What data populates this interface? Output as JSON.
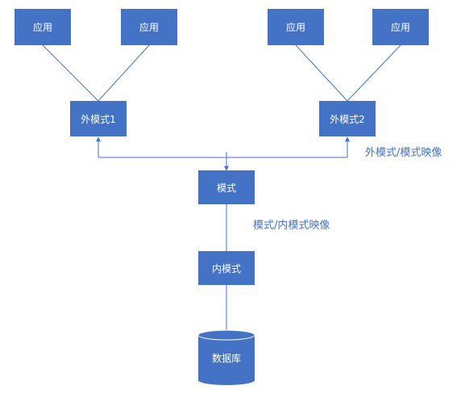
{
  "colors": {
    "box_fill": "#4472C4",
    "line": "#4472C4",
    "text_on_box": "#ffffff",
    "label_text": "#4472C4"
  },
  "nodes": {
    "app1": "应用",
    "app2": "应用",
    "app3": "应用",
    "app4": "应用",
    "external_schema_1": "外模式1",
    "external_schema_2": "外模式2",
    "schema": "模式",
    "internal_schema": "内模式",
    "database": "数据库"
  },
  "labels": {
    "external_mapping": "外模式/模式映像",
    "internal_mapping": "模式/内模式映像"
  }
}
